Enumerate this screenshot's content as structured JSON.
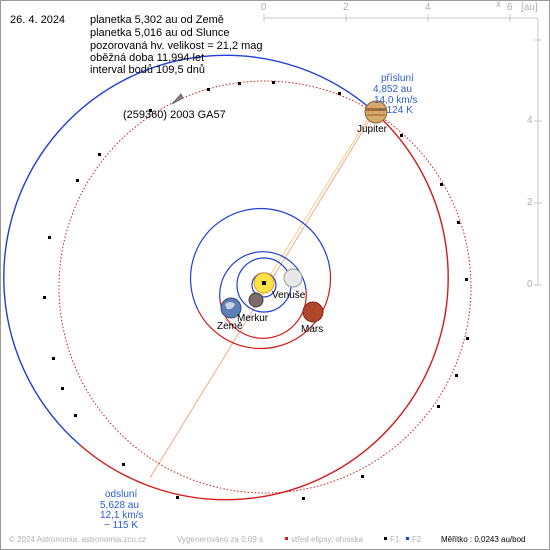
{
  "date": "26. 4. 2024",
  "info": {
    "dist_earth": "planetka 5,302 au od Země",
    "dist_sun": "planetka 5,016 au od Slunce",
    "magnitude": "pozorovaná hv. velikost = 21,2 mag",
    "period": "oběžná doba 11,994 let",
    "interval": "interval bodů 109,5 dnů"
  },
  "asteroid_name": "(259360) 2003 GA57",
  "aphelion": {
    "title": "přísluní",
    "dist": "4,852 au",
    "speed": "14,0 km/s",
    "temp": "~ 124 K"
  },
  "perihelion": {
    "title": "odsluní",
    "dist": "5,628 au",
    "speed": "12,1 km/s",
    "temp": "~ 115 K"
  },
  "planets": {
    "jupiter": "Jupiter",
    "venus": "Venuše",
    "mercury": "Merkur",
    "earth": "Země",
    "mars": "Mars"
  },
  "axis": {
    "unit": "[au]",
    "x_label": "x",
    "x_ticks": [
      "0",
      "2",
      "4",
      "6"
    ],
    "y_ticks": [
      "4",
      "2",
      "0"
    ]
  },
  "footer": {
    "copyright": "© 2024 Astronomia, astronomia.zcu.cz",
    "generated": "Vygenerováno za 0,09 s",
    "legend_center": "střed elipsy, ohniska",
    "f1": "F1",
    "f2": "F2",
    "scale": "Měřítko : 0,0243 au/bod"
  },
  "colors": {
    "orbit_blue": "#1f3fd6",
    "orbit_red": "#d41a1a",
    "axis_gray": "#c8c8c8",
    "label_blue": "#2a5bd7"
  }
}
